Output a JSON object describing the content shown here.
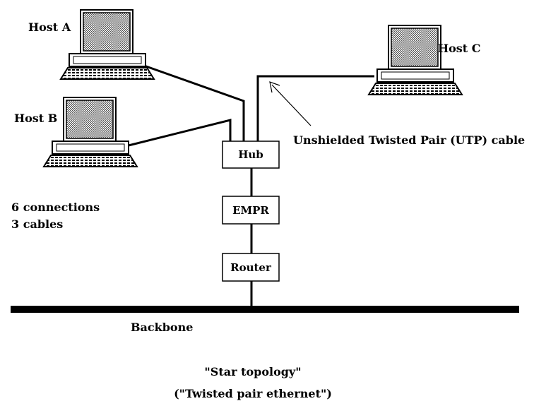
{
  "hosts": {
    "a": {
      "label": "Host A",
      "icon": "computer-icon"
    },
    "b": {
      "label": "Host B",
      "icon": "computer-icon"
    },
    "c": {
      "label": "Host C",
      "icon": "computer-icon"
    }
  },
  "devices": {
    "hub": "Hub",
    "empr": "EMPR",
    "router": "Router"
  },
  "cable_label": "Unshielded Twisted Pair (UTP) cable",
  "stats": {
    "connections": "6 connections",
    "cables": "3 cables"
  },
  "backbone_label": "Backbone",
  "caption": {
    "line1": "\"Star topology\"",
    "line2": "(\"Twisted pair ethernet\")"
  },
  "colors": {
    "line": "#000000",
    "screen": "#c8c8c8",
    "box_fill": "#ffffff"
  }
}
